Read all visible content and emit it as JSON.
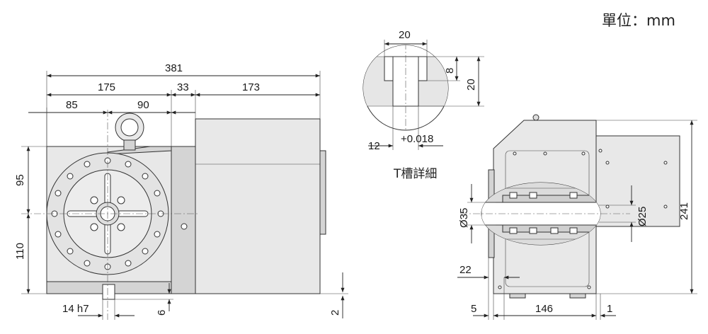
{
  "unit_label": "單位：mm",
  "front_view": {
    "overall_width": "381",
    "seg_175": "175",
    "seg_33": "33",
    "seg_173": "173",
    "seg_85": "85",
    "seg_90": "90",
    "height_95": "95",
    "height_110": "110",
    "key_width": "14 h7",
    "key_offset": "6",
    "base_offset": "2"
  },
  "t_slot_detail": {
    "width_top": "20",
    "depth_8": "8",
    "depth_20": "20",
    "slot_width": "12",
    "tolerance": "+0.018",
    "caption": "T槽詳細"
  },
  "side_view": {
    "bore_35": "Ø35",
    "bore_25": "Ø25",
    "height_241": "241",
    "offset_22": "22",
    "offset_5": "5",
    "length_146": "146",
    "offset_1": "1"
  }
}
